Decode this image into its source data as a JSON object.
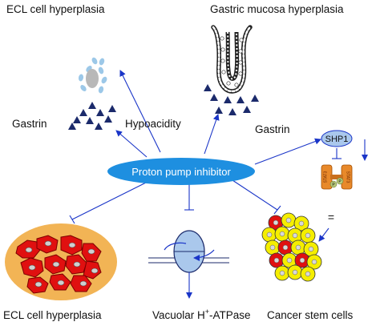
{
  "labels": {
    "ecl_top": "ECL cell hyperplasia",
    "gastric_mucosa": "Gastric mucosa hyperplasia",
    "gastrin_left": "Gastrin",
    "hypoacidity": "Hypoacidity",
    "gastrin_right": "Gastrin",
    "center": "Proton pump inhibitor",
    "shp1": "SHP1",
    "stat3_left": "STAT3",
    "stat3_right": "STAT3",
    "p_left": "P",
    "p_right": "P",
    "equals": "=",
    "ecl_bottom": "ECL cell hyperplasia",
    "vacuolar_prefix": "Vacuolar H",
    "vacuolar_sup": "+",
    "vacuolar_suffix": "-ATPase",
    "cancer_stem": "Cancer stem cells"
  },
  "colors": {
    "arrow": "#1a35c8",
    "center_fill": "#1e8fe0",
    "center_text": "#ffffff",
    "shp1_fill": "#aac8ec",
    "triangle": "#1b2a6b",
    "granule": "#9cc8e8",
    "nucleus": "#b8b8b8",
    "ecl_ellipse": "#f2b455",
    "ecl_cell": "#e01010",
    "stem_yellow": "#f5ee00",
    "stem_red": "#e01010",
    "stat3": "#e8892a"
  },
  "icons": {
    "ecl_cell_icon": "granulated-cell",
    "gland_icon": "gastric-gland",
    "atpase_icon": "rotary-pump",
    "stat3_icon": "stat3-dimer"
  }
}
